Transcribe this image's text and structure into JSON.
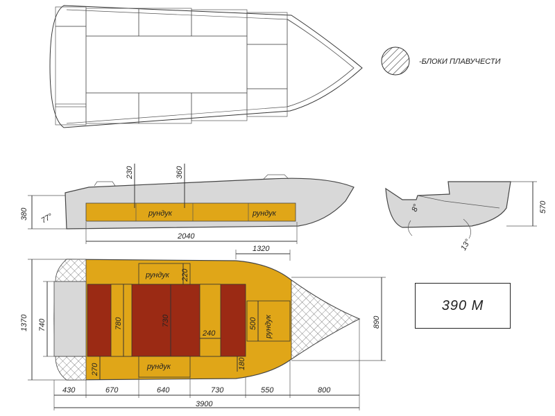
{
  "legend": {
    "label": "-БЛОКИ ПЛАВУЧЕСТИ"
  },
  "model": {
    "name": "390 М"
  },
  "side_view": {
    "dims": {
      "d230": "230",
      "d360": "360",
      "d380": "380",
      "d2040": "2040",
      "angle77": "77°"
    },
    "labels": {
      "locker_mid": "рундук",
      "locker_front": "рундук"
    }
  },
  "section_view": {
    "dims": {
      "d570": "570",
      "angle8": "8°",
      "angle13": "13°"
    }
  },
  "plan_view": {
    "dims": {
      "d1320": "1320",
      "d220": "220",
      "d1370": "1370",
      "d740": "740",
      "d780": "780",
      "d730v": "730",
      "d240": "240",
      "d500": "500",
      "d890": "890",
      "d270": "270",
      "d180": "180",
      "d430": "430",
      "d670": "670",
      "d640": "640",
      "d730": "730",
      "d550": "550",
      "d800": "800",
      "d3900": "3900"
    },
    "labels": {
      "locker_top": "рундук",
      "locker_bottom": "рундук",
      "locker_bow": "рундук"
    }
  },
  "colors": {
    "locker": "#e0a618",
    "floor": "#9b2a14",
    "hull": "#d8d8d8",
    "hatch": "#444444"
  }
}
